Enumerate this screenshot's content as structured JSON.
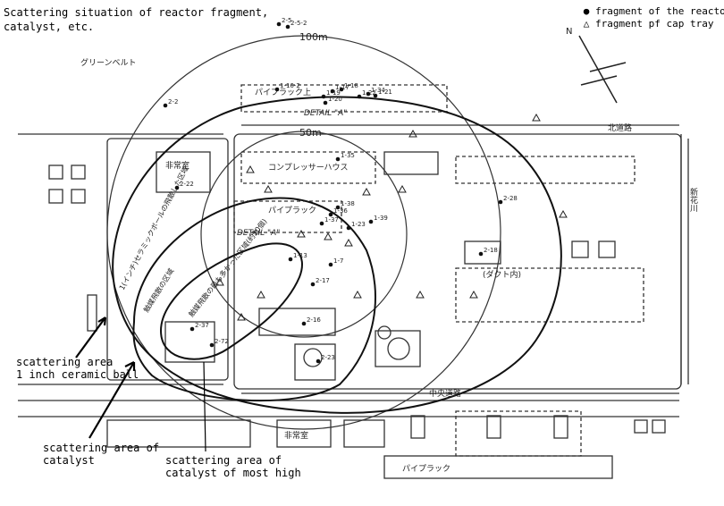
{
  "title_lines": [
    "Scattering situation of reactor fragment,",
    "catalyst, etc."
  ],
  "legend": [
    {
      "marker": "●",
      "label": "fragment of the reactor"
    },
    {
      "marker": "△",
      "label": "fragment pf cap tray"
    }
  ],
  "north_label": "N",
  "scale_labels": {
    "r100": "100m",
    "r50": "50m"
  },
  "map_labels": {
    "green_belt": "グリーンベルト",
    "pipe_rack_top": "パイプラック上",
    "detail_a_1": "DETAIL \"A\"",
    "detail_a_2": "DETAIL \"A\"",
    "north_road": "北道路",
    "central_road": "中央道路",
    "compressor_house": "コンプレッサーハウス",
    "pipe_rack": "パイプラック",
    "pipe_rack_bottom": "パイプラック",
    "office_top": "非常室",
    "office_bottom": "非常室",
    "duct": "(ダクト内)",
    "river": "新花川"
  },
  "contour_labels": {
    "c1": "1(インチ)セラミックボールの飛散した区域",
    "c2": "触媒飛散の区域",
    "c3": "触媒飛散の最も多かった区域(約20個)"
  },
  "point_labels": [
    "2-5",
    "2-5-2",
    "2-2",
    "1-16-2",
    "1-17",
    "1-18",
    "1-19",
    "1-20",
    "1-21",
    "1-22",
    "1-34",
    "2-22",
    "1-35",
    "1-36",
    "1-37",
    "1-38",
    "1-39",
    "1-23",
    "1-13",
    "1-7",
    "2-18",
    "2-37",
    "2-72",
    "2-16",
    "2-23",
    "2-28",
    "2-17"
  ],
  "annotations": {
    "a1_line1": "scattering area",
    "a1_line2": "1 inch ceramic ball",
    "a2_line1": "scattering area of",
    "a2_line2": "catalyst",
    "a3_line1": "scattering area of",
    "a3_line2": "catalyst of most high"
  }
}
